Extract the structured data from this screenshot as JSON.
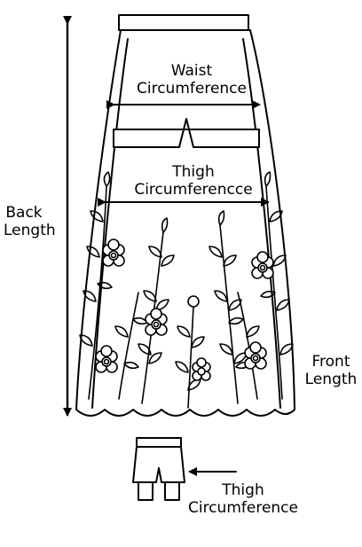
{
  "labels": {
    "waist_circumference": [
      "Waist",
      "Circumference"
    ],
    "thigh_circumference": [
      "Thigh",
      "Circumferencce"
    ],
    "back_length": [
      "Back",
      "Length"
    ],
    "front_length": [
      "Front",
      "Length"
    ],
    "shorts_thigh_circumference": [
      "Thigh",
      "Circumference"
    ]
  }
}
